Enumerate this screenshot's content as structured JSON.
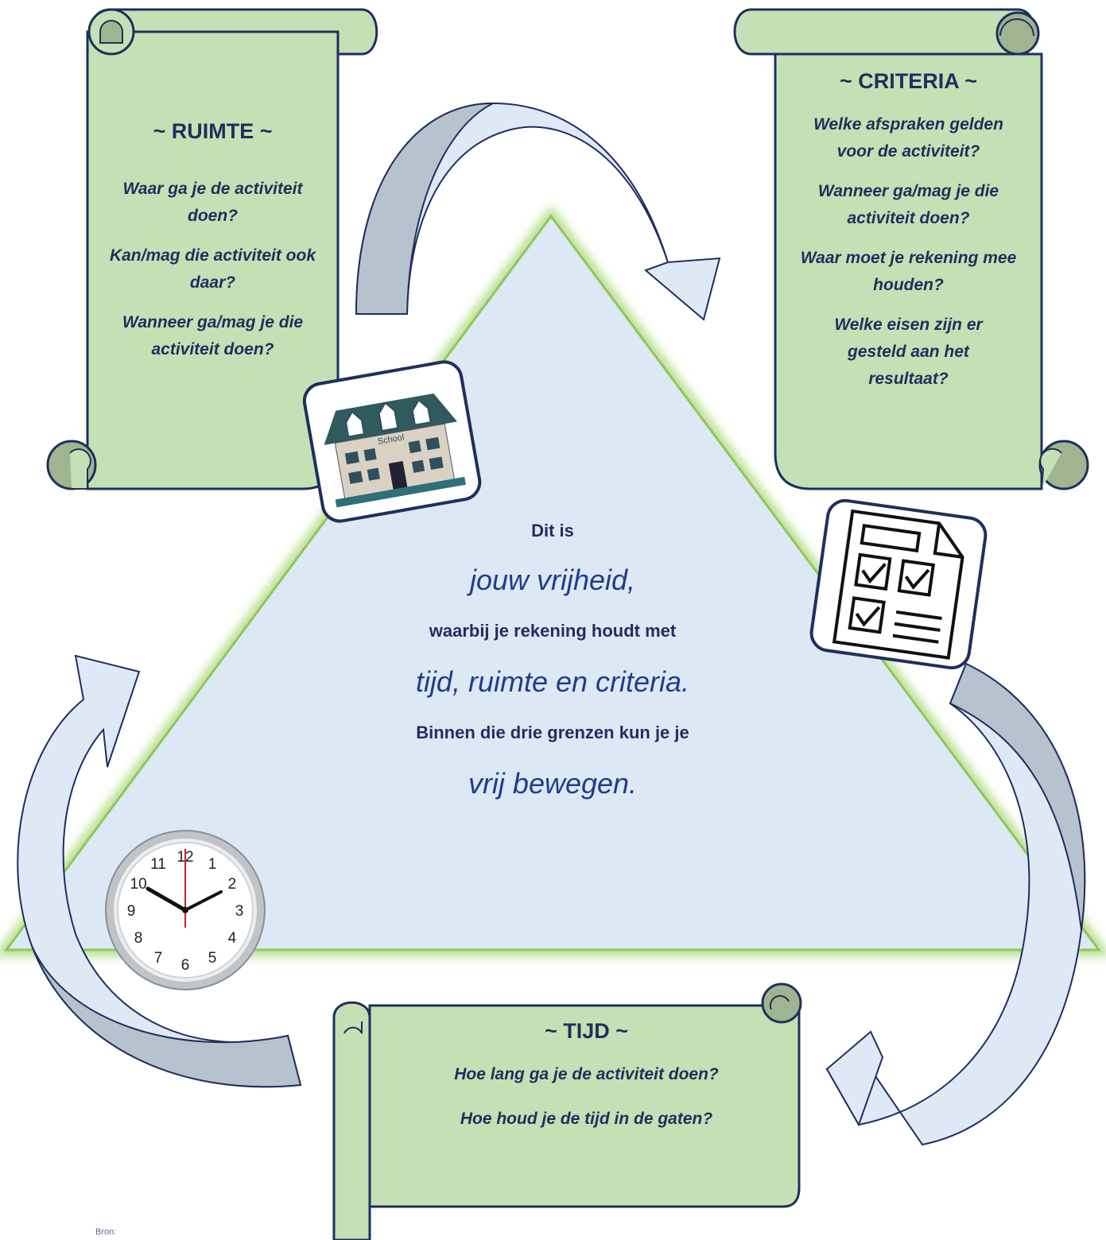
{
  "ruimte": {
    "title": "~ RUIMTE ~",
    "questions": [
      "Waar ga je de activiteit doen?",
      "Kan/mag die activiteit ook daar?",
      "Wanneer ga/mag je die activiteit doen?"
    ]
  },
  "criteria": {
    "title": "~ CRITERIA ~",
    "questions": [
      "Welke afspraken gelden voor de activiteit?",
      "Wanneer ga/mag je die activiteit doen?",
      "Waar moet je rekening mee houden?",
      "Welke eisen zijn er gesteld aan het resultaat?"
    ]
  },
  "tijd": {
    "title": "~ TIJD ~",
    "questions": [
      "Hoe lang ga je de activiteit doen?",
      "Hoe houd je de tijd in de gaten?"
    ]
  },
  "center": {
    "line1": "Dit is",
    "line2": "jouw vrijheid,",
    "line3": "waarbij je rekening houdt met",
    "line4": "tijd, ruimte en criteria.",
    "line5": "Binnen die drie grenzen kun je je",
    "line6": "vrij bewegen."
  },
  "school_sign": "School",
  "clock": {
    "numbers": [
      "12",
      "1",
      "2",
      "3",
      "4",
      "5",
      "6",
      "7",
      "8",
      "9",
      "10",
      "11"
    ]
  },
  "source_label": "Bron:",
  "icons": [
    "school-icon",
    "checklist-icon",
    "clock-icon",
    "curved-arrow-icon"
  ],
  "colors": {
    "scroll_fill": "#c5e0b4",
    "scroll_curl": "#9fb58f",
    "outline": "#1f2f5f",
    "triangle_fill": "#dde8f5",
    "triangle_glow": "#a5d66e",
    "arrow_dark": "#b7c2cf",
    "arrow_light": "#e3ecf8",
    "text": "#1f2f5f",
    "emphasis": "#1f3e8a"
  }
}
